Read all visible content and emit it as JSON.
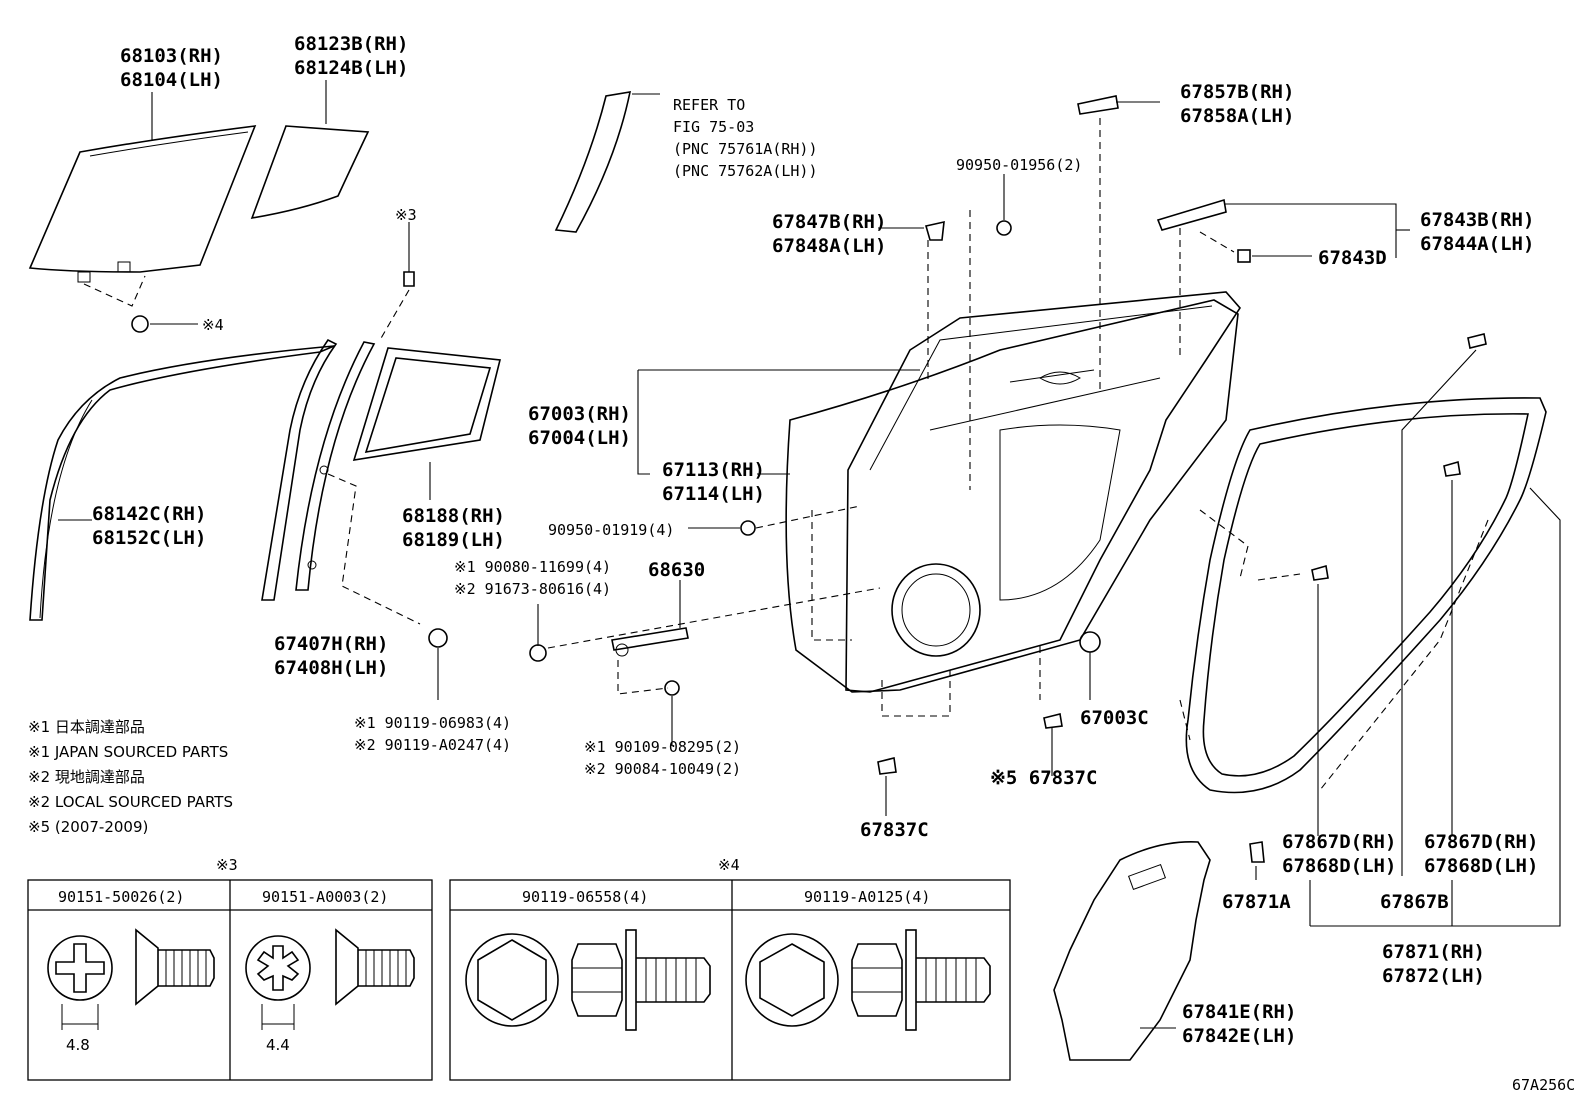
{
  "diagram_code": "67A256C",
  "callouts": {
    "glass_rh": "68103(RH)",
    "glass_lh": "68104(LH)",
    "quarter_glass_rh": "68123B(RH)",
    "quarter_glass_lh": "68124B(LH)",
    "refer_1": "REFER TO",
    "refer_2": "FIG 75-03",
    "refer_3": "(PNC 75761A(RH))",
    "refer_4": "(PNC 75762A(LH))",
    "hinge_upper_rh": "67857B(RH)",
    "hinge_upper_lh": "67858A(LH)",
    "plug": "90950-01956(2)",
    "clip_rh": "67847B(RH)",
    "clip_lh": "67848A(LH)",
    "bracket_rh": "67843B(RH)",
    "bracket_lh": "67844A(LH)",
    "bracket_clip": "67843D",
    "mark3": "※3",
    "mark4": "※4",
    "run_rh": "68142C(RH)",
    "run_lh": "68152C(LH)",
    "door_rh": "67003(RH)",
    "door_lh": "67004(LH)",
    "panel_rh": "67113(RH)",
    "panel_lh": "67114(LH)",
    "frame_rh": "68188(RH)",
    "frame_lh": "68189(LH)",
    "plug2": "90950-01919(4)",
    "bolt_a1": "※1 90080-11699(4)",
    "bolt_a2": "※2 91673-80616(4)",
    "check": "68630",
    "channel_rh": "67407H(RH)",
    "channel_lh": "67408H(LH)",
    "bolt_b1": "※1 90119-06983(4)",
    "bolt_b2": "※2 90119-A0247(4)",
    "bolt_c1": "※1 90109-08295(2)",
    "bolt_c2": "※2 90084-10049(2)",
    "hole_plug": "67003C",
    "clip5": "※5 67837C",
    "clip_bottom": "67837C",
    "ws_clip_rh1": "67867D(RH)",
    "ws_clip_lh1": "67868D(LH)",
    "ws_clip_rh2": "67867D(RH)",
    "ws_clip_lh2": "67868D(LH)",
    "ws_clip_a": "67871A",
    "ws_clip_b": "67867B",
    "ws_rh": "67871(RH)",
    "ws_lh": "67872(LH)",
    "film_rh": "67841E(RH)",
    "film_lh": "67842E(LH)"
  },
  "legend": [
    "※1  日本調達部品",
    "※1  JAPAN SOURCED PARTS",
    "※2  現地調達部品",
    "※2  LOCAL SOURCED PARTS",
    "※5 (2007-2009)"
  ],
  "table_left": {
    "mark": "※3",
    "headers": [
      "90151-50026(2)",
      "90151-A0003(2)"
    ],
    "dims": [
      "4.8",
      "4.4"
    ]
  },
  "table_right": {
    "mark": "※4",
    "headers": [
      "90119-06558(4)",
      "90119-A0125(4)"
    ]
  }
}
